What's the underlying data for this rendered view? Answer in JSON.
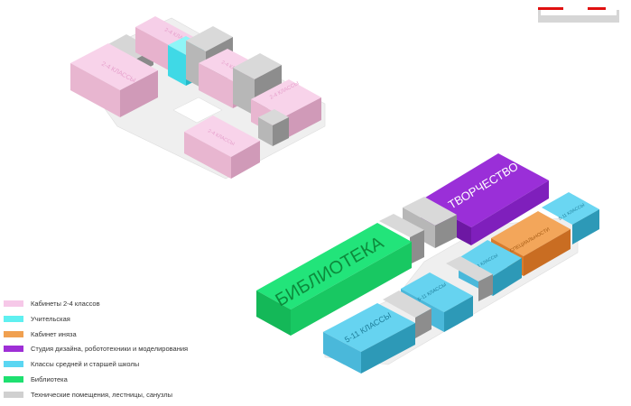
{
  "diagram": {
    "labels": {
      "upper_front": "2-4 КЛАССЫ",
      "upper_back": "2-4 КЛАССЫ",
      "upper_mid": "2-4 КЛАССЫ",
      "upper_right": "2-4 КЛАССЫ",
      "upper_bottom": "2-4 КЛАССЫ",
      "library": "БИБЛИОТЕКА",
      "creativity": "ТВОРЧЕСТВО",
      "classes_main": "5-11 КЛАССЫ",
      "classes_mid": "5-11 КЛАССЫ",
      "classes_back": "5-11 КЛАССЫ",
      "classes_far": "5-11 КЛАССЫ",
      "languages": "СПЕЦИАЛЬНОСТИ"
    }
  },
  "legend": [
    {
      "label": "Кабинеты 2-4 классов",
      "color": "#f6c8e8"
    },
    {
      "label": "Учительская",
      "color": "#5ff0f0"
    },
    {
      "label": "Кабинет иняза",
      "color": "#f0a050"
    },
    {
      "label": "Студия дизайна, робототехники и моделирования",
      "color": "#9e2fd6"
    },
    {
      "label": "Классы средней и старшей школы",
      "color": "#5ad6f2"
    },
    {
      "label": "Библиотека",
      "color": "#1ee070"
    },
    {
      "label": "Технические помещения, лестницы, санузлы",
      "color": "#d0d0d0"
    }
  ],
  "colors": {
    "pink": "#f2c4e2",
    "cyan": "#3fe4ee",
    "orange": "#ef9b48",
    "purple": "#8a22c9",
    "blue": "#55c7ea",
    "green": "#1fdc6a",
    "grey": "#c8c8c8"
  }
}
